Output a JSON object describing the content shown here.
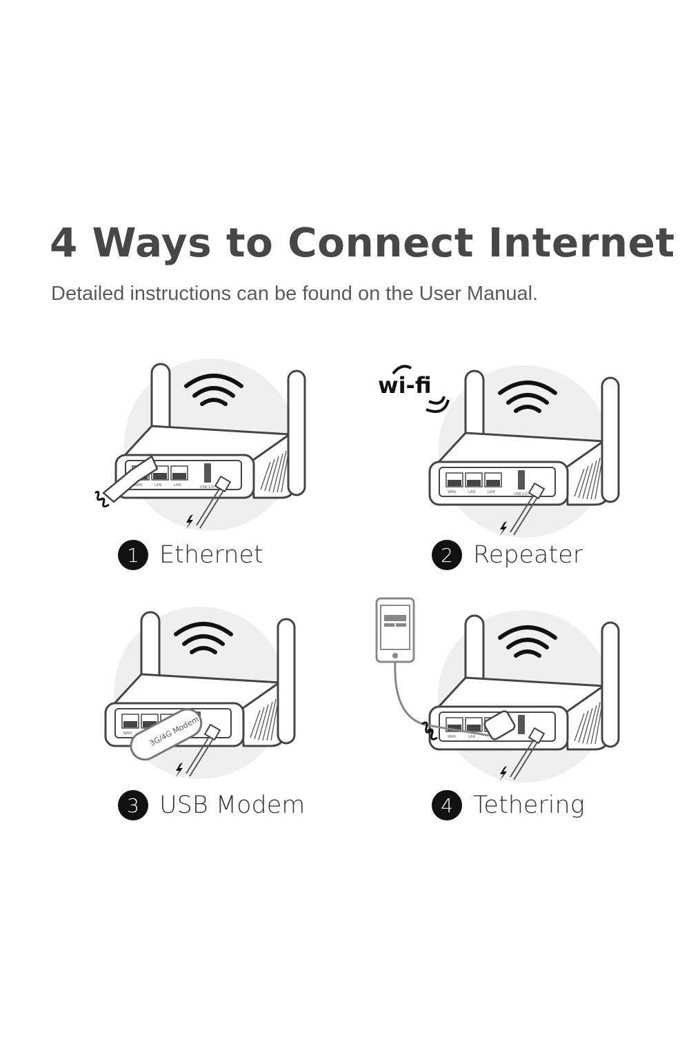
{
  "header": {
    "title": "4 Ways to Connect Internet",
    "subtitle": "Detailed instructions can be found on the User Manual."
  },
  "router_port_labels": [
    "WAN",
    "LAN",
    "LAN",
    "USB 2.0"
  ],
  "methods": [
    {
      "number": "1",
      "label": "Ethernet",
      "icon": "ethernet-cable-icon"
    },
    {
      "number": "2",
      "label": "Repeater",
      "icon": "wifi-logo-icon",
      "logo_text": "wi-fi"
    },
    {
      "number": "3",
      "label": "USB Modem",
      "icon": "usb-modem-icon",
      "modem_text": "3G/4G Modem"
    },
    {
      "number": "4",
      "label": "Tethering",
      "icon": "smartphone-icon"
    }
  ],
  "colors": {
    "title": "#474747",
    "outline": "#444444",
    "circle_bg": "#efefef",
    "badge": "#111111"
  }
}
